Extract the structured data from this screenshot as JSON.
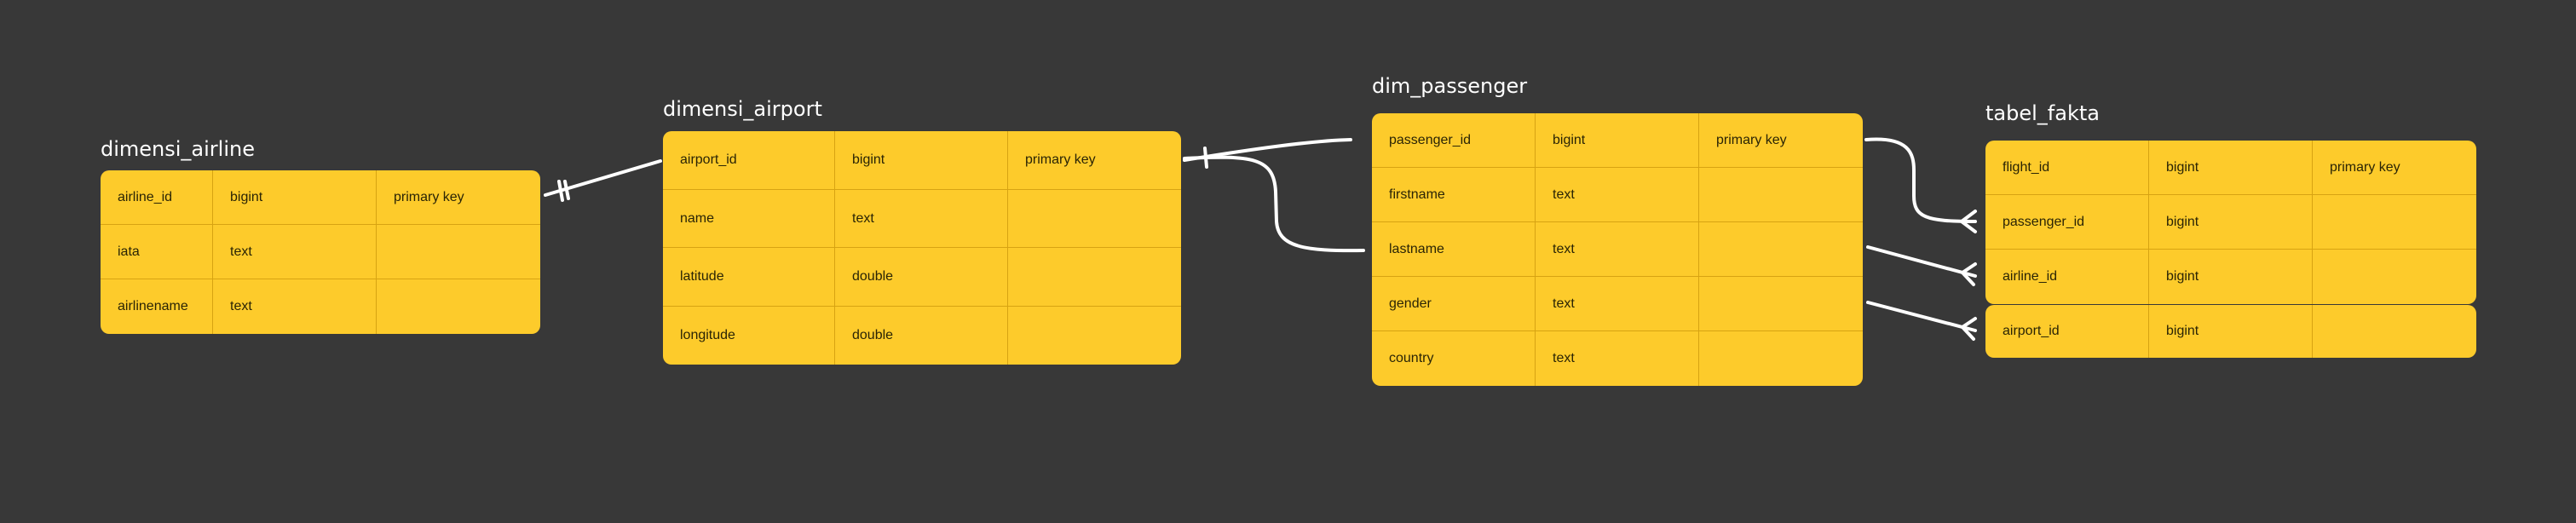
{
  "tables": {
    "dimensi_airline": {
      "title": "dimensi_airline",
      "rows": [
        [
          "airline_id",
          "bigint",
          "primary key"
        ],
        [
          "iata",
          "text",
          ""
        ],
        [
          "airlinename",
          "text",
          ""
        ]
      ]
    },
    "dimensi_airport": {
      "title": "dimensi_airport",
      "rows": [
        [
          "airport_id",
          "bigint",
          "primary key"
        ],
        [
          "name",
          "text",
          ""
        ],
        [
          "latitude",
          "double",
          ""
        ],
        [
          "longitude",
          "double",
          ""
        ]
      ]
    },
    "dim_passenger": {
      "title": "dim_passenger",
      "rows": [
        [
          "passenger_id",
          "bigint",
          "primary key"
        ],
        [
          "firstname",
          "text",
          ""
        ],
        [
          "lastname",
          "text",
          ""
        ],
        [
          "gender",
          "text",
          ""
        ],
        [
          "country",
          "text",
          ""
        ]
      ]
    },
    "tabel_fakta": {
      "title": "tabel_fakta",
      "rows": [
        [
          "flight_id",
          "bigint",
          "primary key"
        ],
        [
          "passenger_id",
          "bigint",
          ""
        ],
        [
          "airline_id",
          "bigint",
          ""
        ],
        [
          "airport_id",
          "bigint",
          ""
        ]
      ]
    }
  },
  "colors": {
    "canvas": "#383838",
    "table_fill": "#fdcb2b",
    "table_grid": "#d7a312",
    "connector": "#ffffff",
    "title_text": "#ffffff"
  },
  "relationships": [
    {
      "from": "dimensi_airline",
      "to": "dimensi_airport",
      "style": "one-to-one"
    },
    {
      "from": "dimensi_airport",
      "to": "dim_passenger",
      "style": "one-to-one"
    },
    {
      "from": "dim_passenger.passenger_id",
      "to": "tabel_fakta.passenger_id",
      "style": "one-to-many"
    },
    {
      "from": "dim_passenger",
      "to": "tabel_fakta.airline_id",
      "style": "one-to-many"
    },
    {
      "from": "dim_passenger",
      "to": "tabel_fakta.airport_id",
      "style": "one-to-many"
    }
  ]
}
